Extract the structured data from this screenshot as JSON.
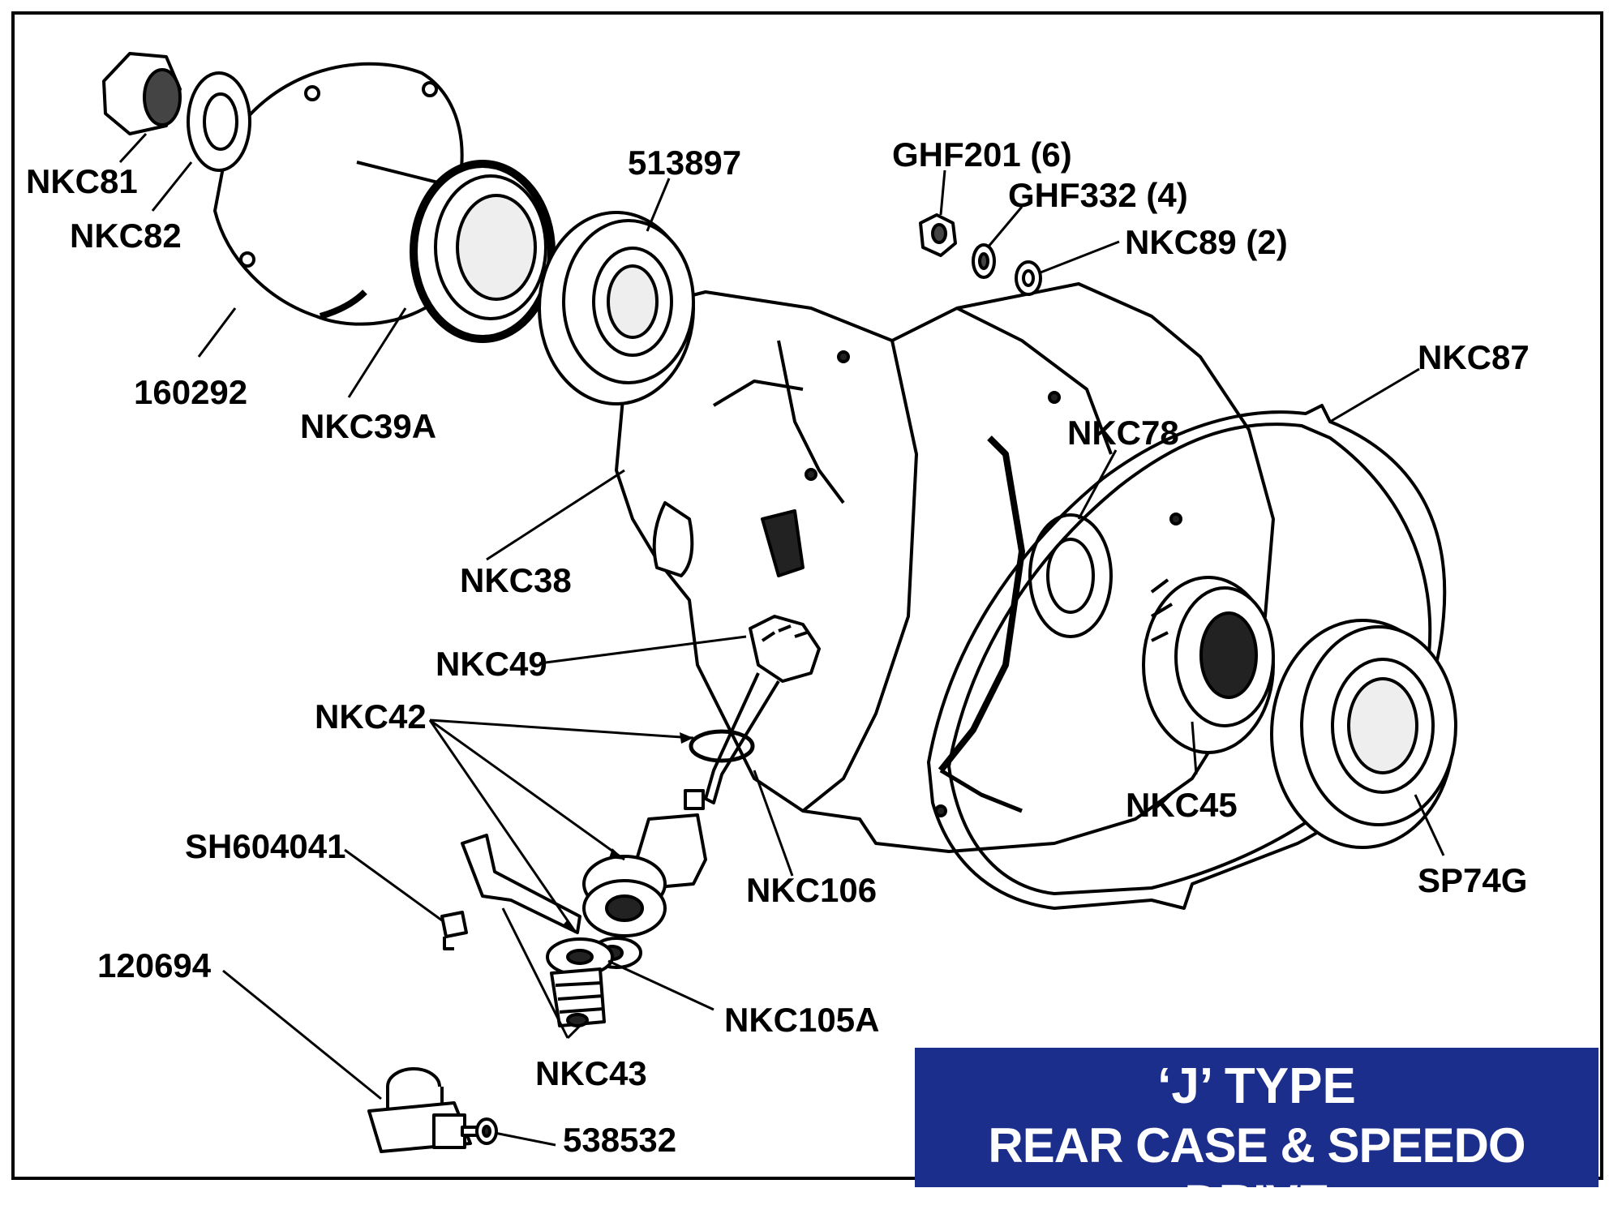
{
  "title": {
    "line1": "‘J’ TYPE",
    "line2": "REAR CASE & SPEEDO DRIVE"
  },
  "colors": {
    "title_bg": "#1c2e8c",
    "title_text": "#ffffff",
    "ink": "#000000"
  },
  "parts": [
    {
      "id": "NKC81",
      "label": "NKC81"
    },
    {
      "id": "NKC82",
      "label": "NKC82"
    },
    {
      "id": "160292",
      "label": "160292"
    },
    {
      "id": "NKC39A",
      "label": "NKC39A"
    },
    {
      "id": "513897",
      "label": "513897"
    },
    {
      "id": "GHF201",
      "label": "GHF201 (6)"
    },
    {
      "id": "GHF332",
      "label": "GHF332 (4)"
    },
    {
      "id": "NKC89",
      "label": "NKC89 (2)"
    },
    {
      "id": "NKC87",
      "label": "NKC87"
    },
    {
      "id": "NKC78",
      "label": "NKC78"
    },
    {
      "id": "NKC38",
      "label": "NKC38"
    },
    {
      "id": "NKC49",
      "label": "NKC49"
    },
    {
      "id": "NKC42",
      "label": "NKC42"
    },
    {
      "id": "NKC106",
      "label": "NKC106"
    },
    {
      "id": "SH604041",
      "label": "SH604041"
    },
    {
      "id": "NKC45",
      "label": "NKC45"
    },
    {
      "id": "SP74G",
      "label": "SP74G"
    },
    {
      "id": "120694",
      "label": "120694"
    },
    {
      "id": "NKC105A",
      "label": "NKC105A"
    },
    {
      "id": "NKC43",
      "label": "NKC43"
    },
    {
      "id": "538532",
      "label": "538532"
    }
  ]
}
